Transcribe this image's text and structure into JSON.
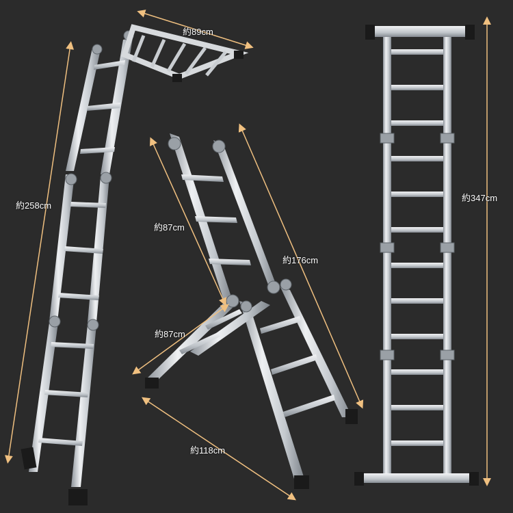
{
  "colors": {
    "background": "#2b2b2b",
    "arrow": "#f0c080",
    "aluminum_light": "#e6e9ec",
    "aluminum_mid": "#b7bcc2",
    "aluminum_dark": "#7d838a",
    "foot": "#1a1a1a"
  },
  "labels": {
    "platform_width": "約89cm",
    "folded_height": "約258cm",
    "aframe_upper": "約87cm",
    "aframe_side": "約176cm",
    "aframe_lower": "約87cm",
    "aframe_base": "約118cm",
    "straight_height": "約347cm"
  }
}
